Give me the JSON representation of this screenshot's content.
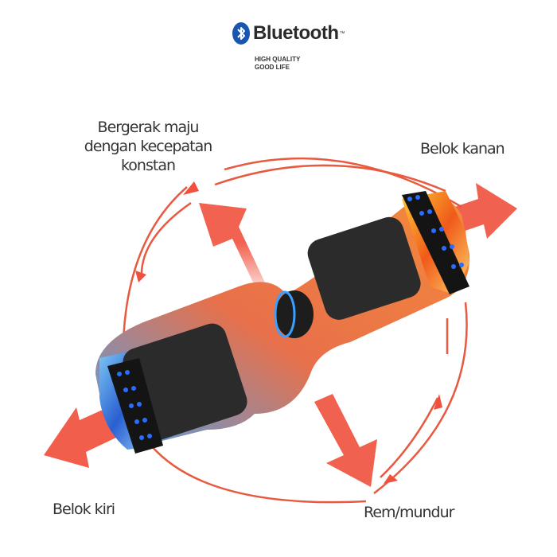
{
  "brand": {
    "logo_icon": "bluetooth-icon",
    "name": "Bluetooth",
    "trademark": "™",
    "tagline_line1": "HIGH QUALITY",
    "tagline_line2": "GOOD LIFE"
  },
  "labels": {
    "forward": "Bergerak maju dengan kecepatan konstan",
    "forward_lines": [
      "Bergerak maju",
      "dengan kecepatan",
      "konstan"
    ],
    "turn_right": "Belok kanan",
    "turn_left": "Belok kiri",
    "brake_reverse": "Rem/mundur"
  },
  "colors": {
    "arrow": "#f0503c",
    "arc": "#e85a40",
    "text": "#333333",
    "bluetooth_blue": "#1a56b0",
    "led_blue": "#2a6cff"
  },
  "product": {
    "name": "hoverboard",
    "left_side_theme": "blue flame",
    "right_side_theme": "orange flame"
  }
}
